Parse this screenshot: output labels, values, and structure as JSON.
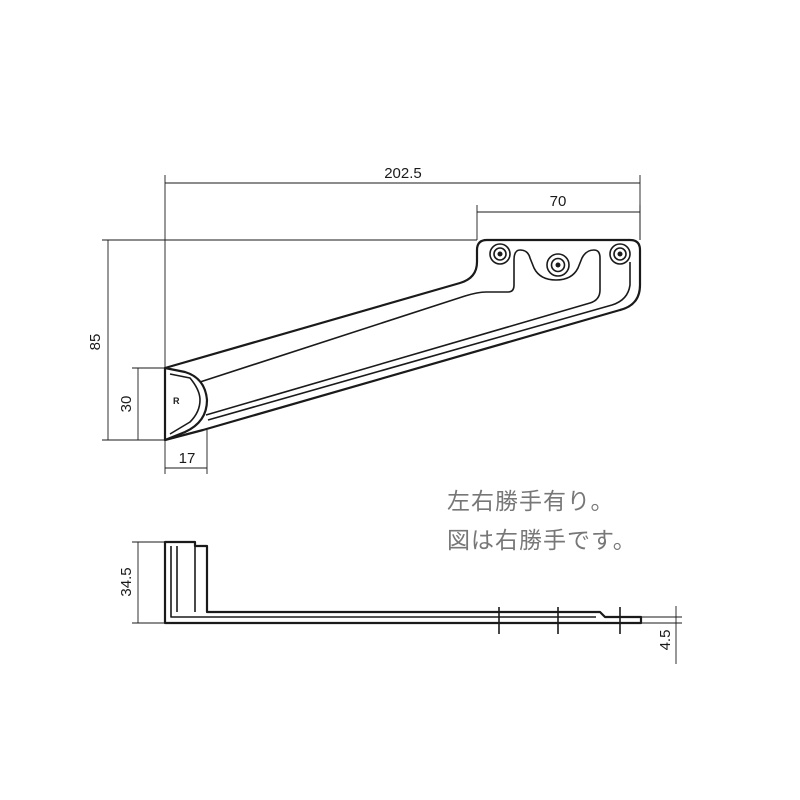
{
  "dimensions": {
    "overall_length": "202.5",
    "mount_span": "70",
    "overall_height": "85",
    "tip_height": "30",
    "tip_width": "17",
    "side_height": "34.5",
    "thickness": "4.5"
  },
  "part_mark": "R",
  "notes": {
    "line1": "左右勝手有り。",
    "line2": "図は右勝手です。"
  },
  "colors": {
    "line": "#1a1a1a",
    "note_text": "#777777"
  }
}
